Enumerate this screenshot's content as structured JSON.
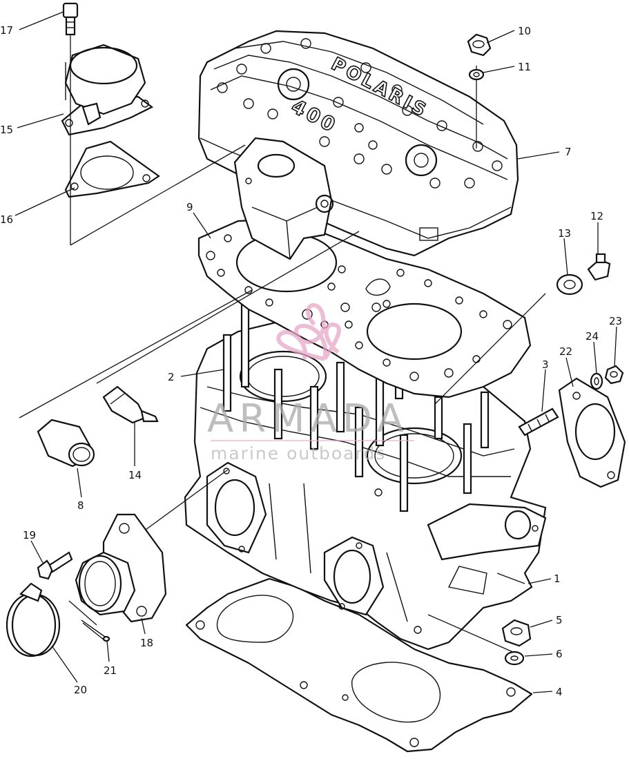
{
  "diagram": {
    "cover_lettering": {
      "brand": "POLARIS",
      "model": "400"
    },
    "watermark": {
      "title": "ARMADA",
      "subtitle": "marine outboards",
      "logo_color": "#e8a6c8"
    },
    "callouts": [
      {
        "id": "c1",
        "label": "1"
      },
      {
        "id": "c2",
        "label": "2"
      },
      {
        "id": "c3",
        "label": "3"
      },
      {
        "id": "c4",
        "label": "4"
      },
      {
        "id": "c5",
        "label": "5"
      },
      {
        "id": "c6",
        "label": "6"
      },
      {
        "id": "c7",
        "label": "7"
      },
      {
        "id": "c8",
        "label": "8"
      },
      {
        "id": "c9",
        "label": "9"
      },
      {
        "id": "c10",
        "label": "10"
      },
      {
        "id": "c11",
        "label": "11"
      },
      {
        "id": "c12",
        "label": "12"
      },
      {
        "id": "c13",
        "label": "13"
      },
      {
        "id": "c14",
        "label": "14"
      },
      {
        "id": "c15",
        "label": "15"
      },
      {
        "id": "c16",
        "label": "16"
      },
      {
        "id": "c17",
        "label": "17"
      },
      {
        "id": "c18",
        "label": "18"
      },
      {
        "id": "c19",
        "label": "19"
      },
      {
        "id": "c20",
        "label": "20"
      },
      {
        "id": "c21",
        "label": "21"
      },
      {
        "id": "c22",
        "label": "22"
      },
      {
        "id": "c23",
        "label": "23"
      },
      {
        "id": "c24",
        "label": "24"
      }
    ]
  }
}
